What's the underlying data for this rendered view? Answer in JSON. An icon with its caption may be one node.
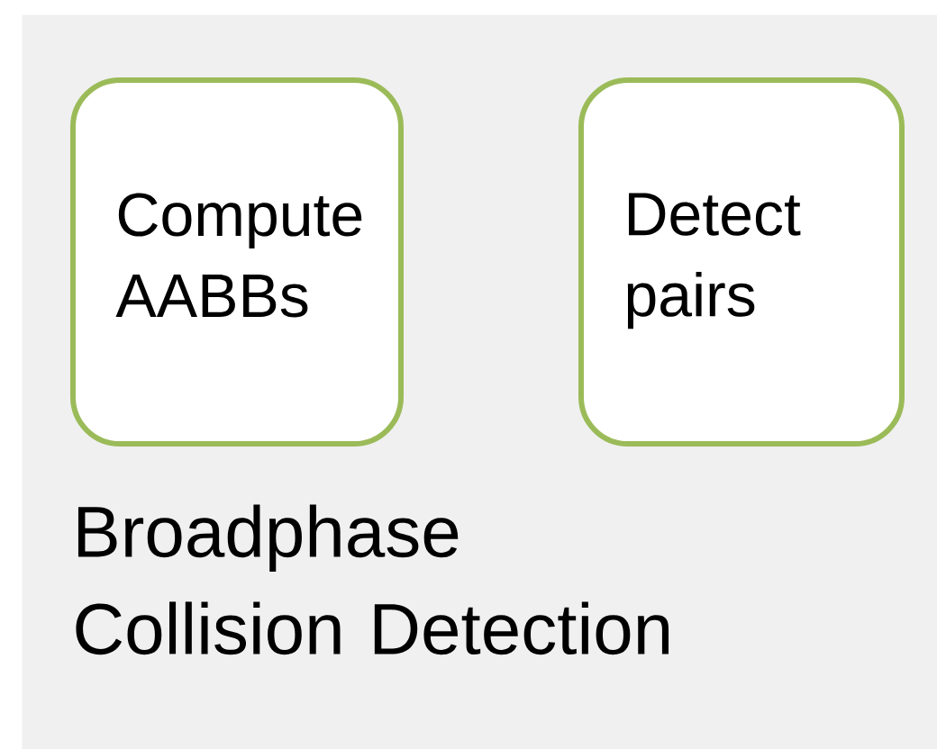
{
  "diagram": {
    "nodes": [
      {
        "text": [
          "Broadphase Collision Detection"
        ]
      },
      {
        "text": [
          "Compute AABBs"
        ],
        "in": 0
      },
      {
        "text": [
          "Detect pairs"
        ],
        "in": 0
      }
    ]
  }
}
